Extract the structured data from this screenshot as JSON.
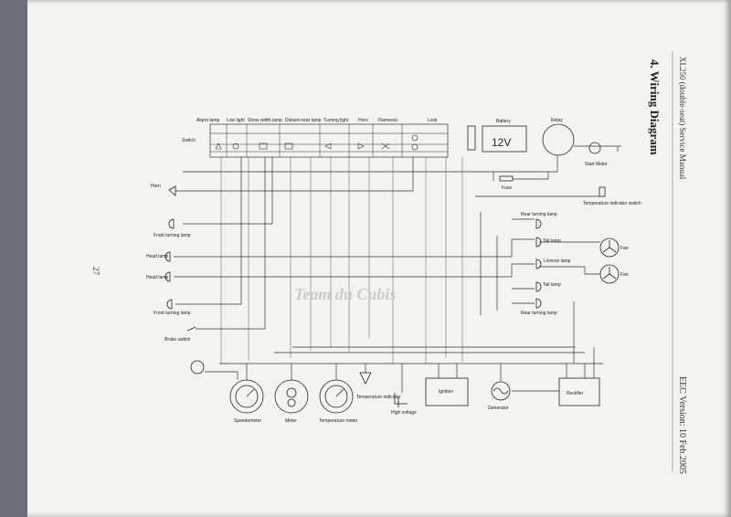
{
  "page": {
    "section_title": "4. Wiring Diagram",
    "manual_title": "XL250 (double-seat) Service Manual",
    "version": "EEC Version: 10 Feb.2005",
    "page_number": "27",
    "watermark": "Team du Cubis"
  },
  "switch_header": {
    "row_label": "Switch",
    "columns": [
      "Alarm lamp",
      "Low light",
      "Show width lamp",
      "Distant-near lamp",
      "Turning light",
      "Horn",
      "Flameout",
      "Lock"
    ]
  },
  "components": {
    "battery": "Battery",
    "battery_voltage": "12V",
    "relay": "Relay",
    "start_motor": "Start Motor",
    "fuse": "Fuse",
    "temp_switch": "Temperature indicator switch",
    "horn": "Horn",
    "front_turning_top": "Front turning lamp",
    "head_lamp_1": "Head lamp",
    "head_lamp_2": "Head lamp",
    "front_turning_bottom": "Front turning lamp",
    "brake_switch": "Brake switch",
    "rear_turning_top": "Rear turning lamp",
    "tail_lamp_top": "Tail lamp",
    "license_lamp": "License lamp",
    "tail_lamp_bottom": "Tail lamp",
    "rear_turning_bottom": "Rear turning lamp",
    "fan_1": "Fan",
    "fan_2": "Fan",
    "speedometer": "Speedometer",
    "meter": "Meter",
    "temperature_meter": "Temperature meter",
    "temperature_indicator": "Temperature indicator",
    "high_voltage": "High voltage",
    "ignition": "Ignition",
    "generator": "Generator",
    "rectifier": "Rectifier"
  }
}
